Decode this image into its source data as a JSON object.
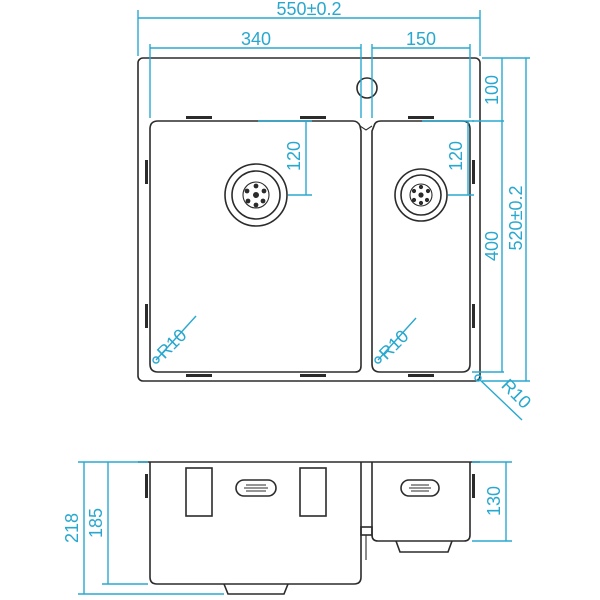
{
  "dimensions": {
    "overall_width": "550±0.2",
    "left_bowl_width": "340",
    "right_bowl_width": "150",
    "rear_deck": "100",
    "overall_depth": "520±0.2",
    "bowl_depth": "400",
    "left_drain_offset": "120",
    "right_drain_offset": "120",
    "left_bowl_radius": "R10",
    "right_bowl_radius": "R10",
    "outer_radius": "R10",
    "total_height": "218",
    "left_bowl_height": "185",
    "right_bowl_height": "130"
  },
  "colors": {
    "object_line": "#2b2b2b",
    "dimension_line": "#29a8cf"
  }
}
